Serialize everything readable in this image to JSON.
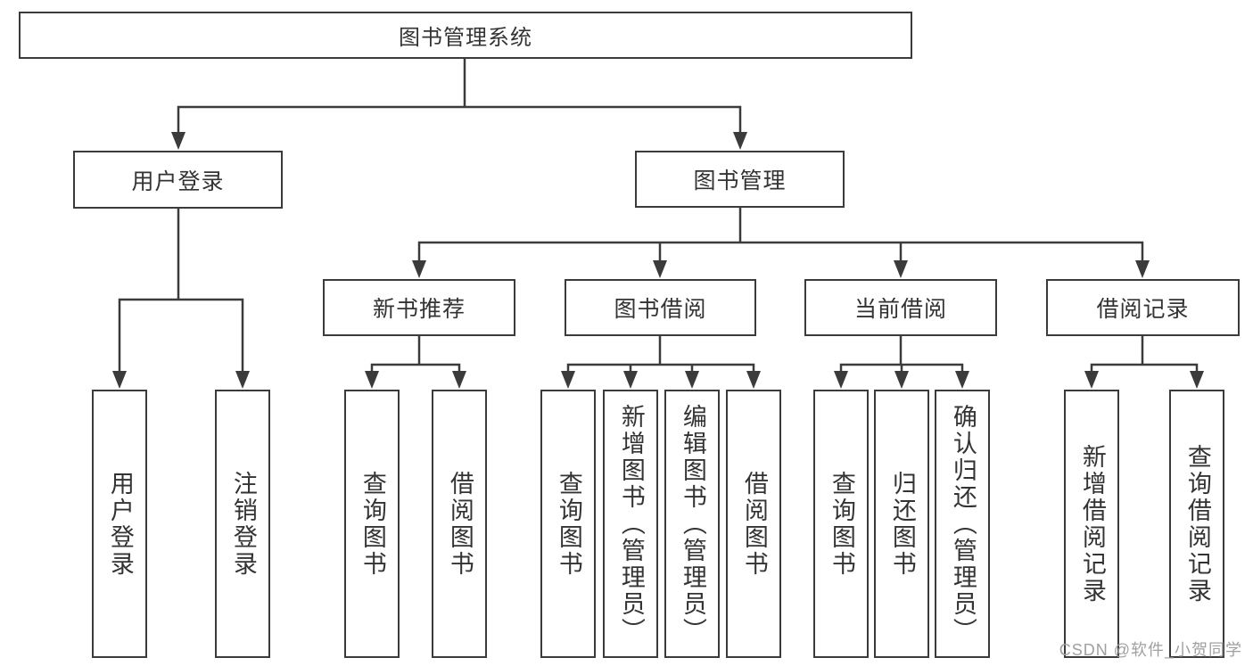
{
  "page": {
    "background": "#ffffff"
  },
  "colors": {
    "line": "#3b3b3b",
    "box_border": "#3b3b3b",
    "text": "#333333",
    "watermark": "#a0a0a0"
  },
  "watermark": {
    "text": "CSDN @软件_小贺同学"
  },
  "nodes": {
    "root": {
      "label": "图书管理系统"
    },
    "user_login": {
      "label": "用户登录"
    },
    "book_management": {
      "label": "图书管理"
    },
    "new_book_recommend": {
      "label": "新书推荐"
    },
    "book_borrowing": {
      "label": "图书借阅"
    },
    "current_borrowing": {
      "label": "当前借阅"
    },
    "borrowing_records": {
      "label": "借阅记录"
    },
    "leaf_user_login": {
      "label": "用户登录"
    },
    "leaf_logout": {
      "label": "注销登录"
    },
    "leaf_nbr_query_books": {
      "label": "查询图书"
    },
    "leaf_nbr_borrow_books": {
      "label": "借阅图书"
    },
    "leaf_bb_query_books": {
      "label": "查询图书"
    },
    "leaf_bb_add_books": {
      "label": "新增图书（管理员）"
    },
    "leaf_bb_edit_books": {
      "label": "编辑图书（管理员）"
    },
    "leaf_bb_borrow_books": {
      "label": "借阅图书"
    },
    "leaf_cb_query_books": {
      "label": "查询图书"
    },
    "leaf_cb_return_books": {
      "label": "归还图书"
    },
    "leaf_cb_confirm_return": {
      "label": "确认归还（管理员）"
    },
    "leaf_br_add_record": {
      "label": "新增借阅记录"
    },
    "leaf_br_query_record": {
      "label": "查询借阅记录"
    }
  },
  "hierarchy": [
    {
      "parent": "图书管理系统",
      "children": [
        "用户登录",
        "图书管理"
      ]
    },
    {
      "parent": "用户登录",
      "children": [
        "用户登录",
        "注销登录"
      ]
    },
    {
      "parent": "图书管理",
      "children": [
        "新书推荐",
        "图书借阅",
        "当前借阅",
        "借阅记录"
      ]
    },
    {
      "parent": "新书推荐",
      "children": [
        "查询图书",
        "借阅图书"
      ]
    },
    {
      "parent": "图书借阅",
      "children": [
        "查询图书",
        "新增图书（管理员）",
        "编辑图书（管理员）",
        "借阅图书"
      ]
    },
    {
      "parent": "当前借阅",
      "children": [
        "查询图书",
        "归还图书",
        "确认归还（管理员）"
      ]
    },
    {
      "parent": "借阅记录",
      "children": [
        "新增借阅记录",
        "查询借阅记录"
      ]
    }
  ]
}
